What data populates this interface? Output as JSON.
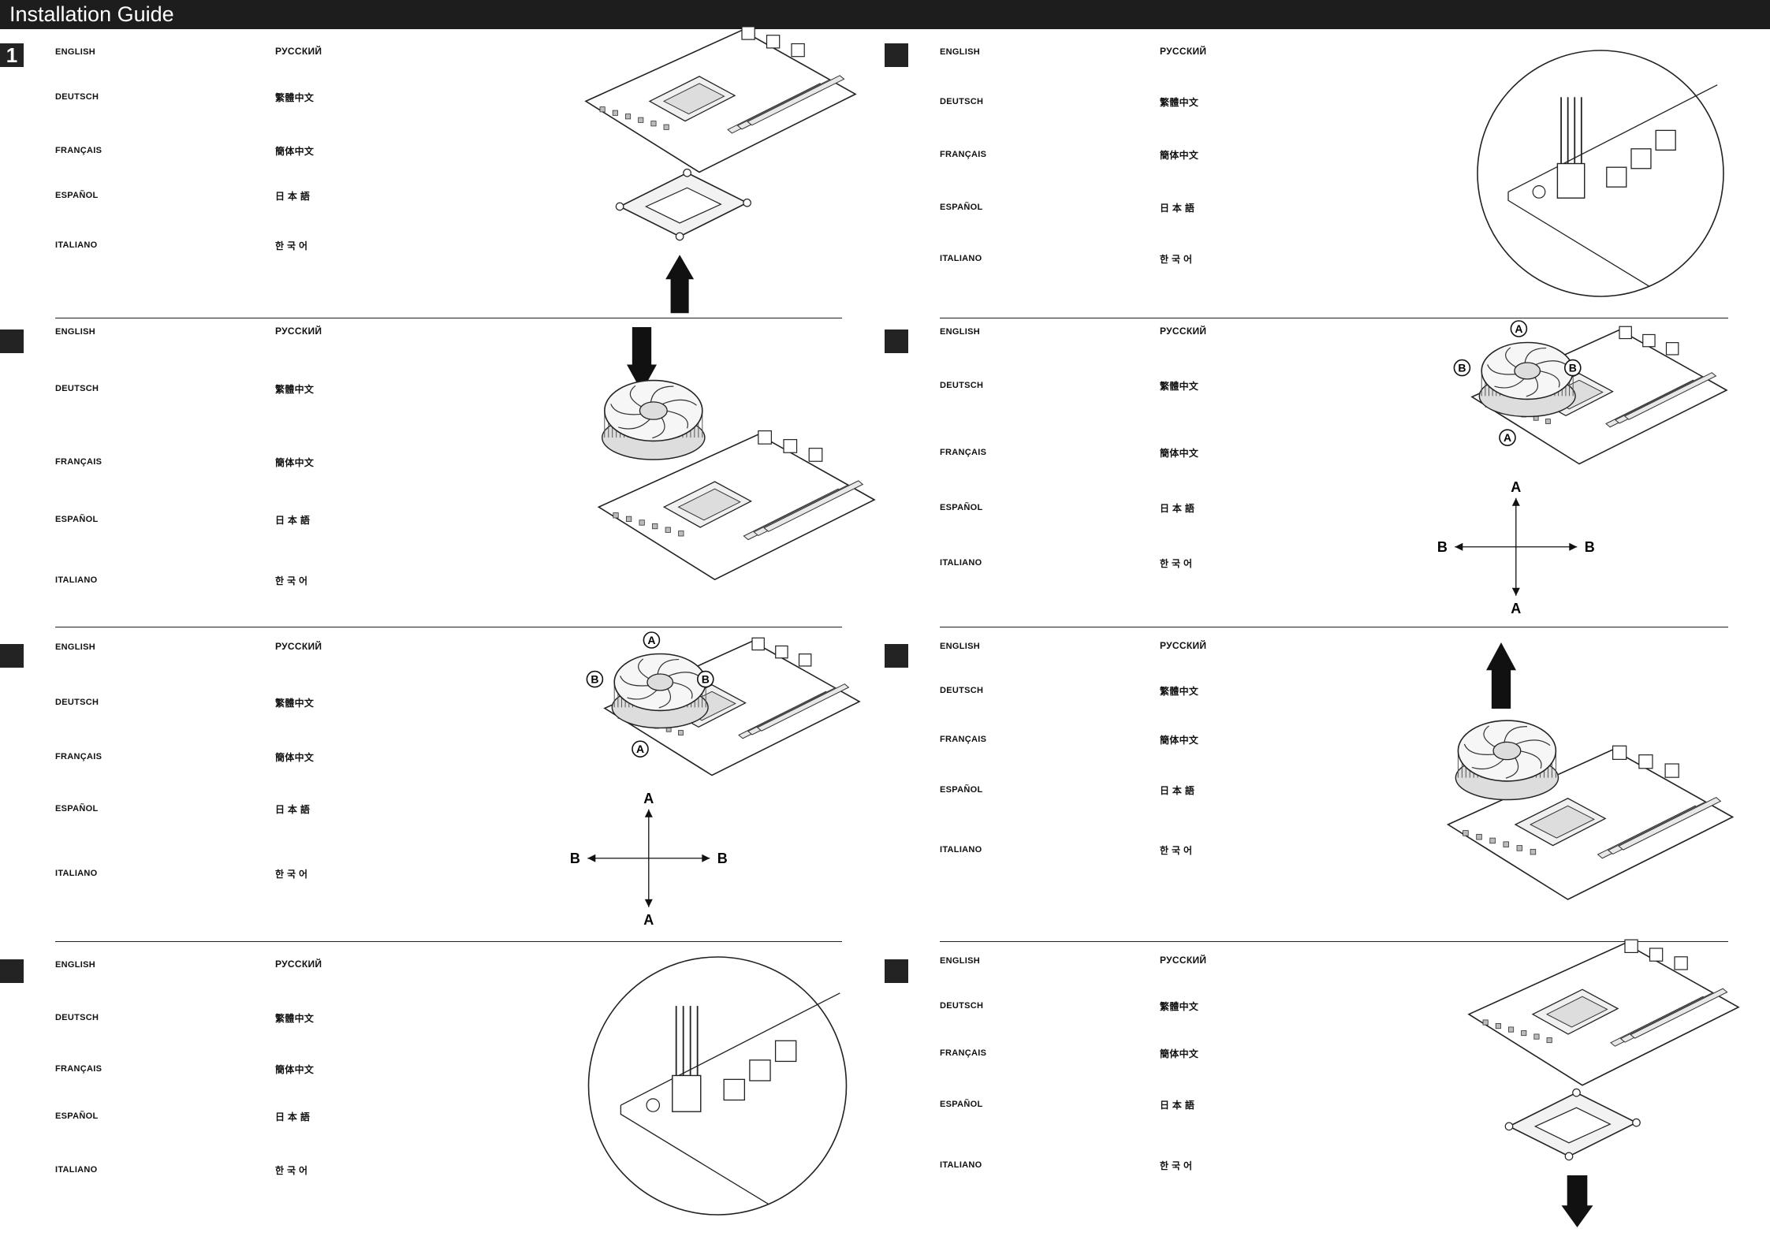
{
  "header": {
    "title": "Installation Guide"
  },
  "badge_number": "1",
  "languages_left": [
    "ENGLISH",
    "DEUTSCH",
    "FRANÇAIS",
    "ESPAÑOL",
    "ITALIANO"
  ],
  "languages_right": [
    "РУССКИЙ",
    "繁體中文",
    "簡体中文",
    "日 本 語",
    "한 국 어"
  ],
  "markers": {
    "a": "A",
    "b": "B"
  },
  "steps": [
    {
      "column": "left",
      "illustration": "backplate-removal",
      "arrow": "up"
    },
    {
      "column": "left",
      "illustration": "cooler-placement",
      "arrow": "down"
    },
    {
      "column": "left",
      "illustration": "cooler-screw-order",
      "labels": [
        "A",
        "B",
        "B",
        "A"
      ]
    },
    {
      "column": "left",
      "illustration": "fan-cable-connector"
    },
    {
      "column": "right",
      "illustration": "fan-cable-connector"
    },
    {
      "column": "right",
      "illustration": "cooler-screw-order",
      "labels": [
        "A",
        "B",
        "B",
        "A"
      ]
    },
    {
      "column": "right",
      "illustration": "cooler-lift-off",
      "arrow": "up"
    },
    {
      "column": "right",
      "illustration": "backplate-removal",
      "arrow": "down"
    }
  ]
}
